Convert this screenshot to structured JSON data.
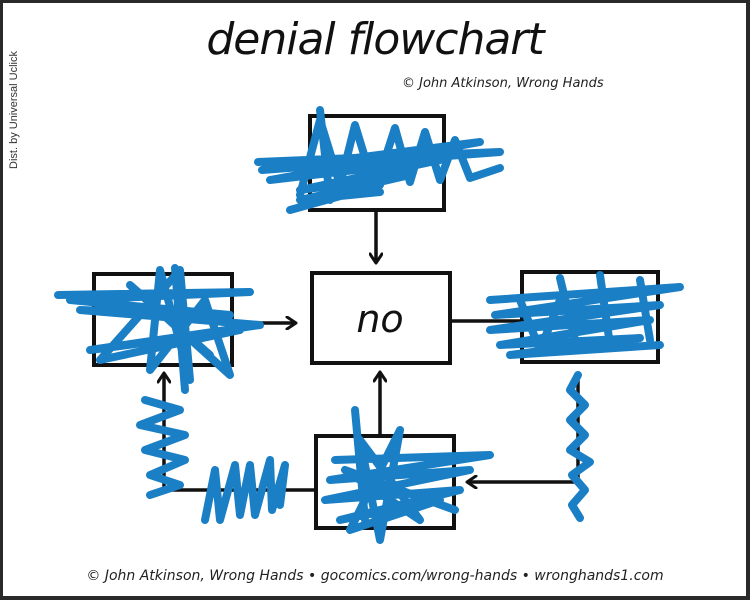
{
  "comic": {
    "title": "denial flowchart",
    "credit": "© John Atkinson, Wrong Hands",
    "side_note": "Dist. by Universal Uclick",
    "footer": "© John Atkinson, Wrong Hands • gocomics.com/wrong-hands • wronghands1.com"
  },
  "diagram": {
    "center_box": {
      "label": "no"
    },
    "boxes": [
      {
        "id": "top",
        "label": "",
        "scribbled": true
      },
      {
        "id": "left",
        "label": "",
        "scribbled": true
      },
      {
        "id": "right",
        "label": "",
        "scribbled": true
      },
      {
        "id": "bottom",
        "label": "",
        "scribbled": true
      }
    ],
    "arrows": [
      {
        "from": "top",
        "to": "center"
      },
      {
        "from": "left",
        "to": "center"
      },
      {
        "from": "center",
        "to": "right"
      },
      {
        "from": "right",
        "to": "bottom"
      },
      {
        "from": "bottom",
        "to": "center"
      },
      {
        "from": "bottom",
        "to": "left"
      }
    ],
    "scribble_color": "#1a7fc4",
    "line_color": "#111111"
  }
}
